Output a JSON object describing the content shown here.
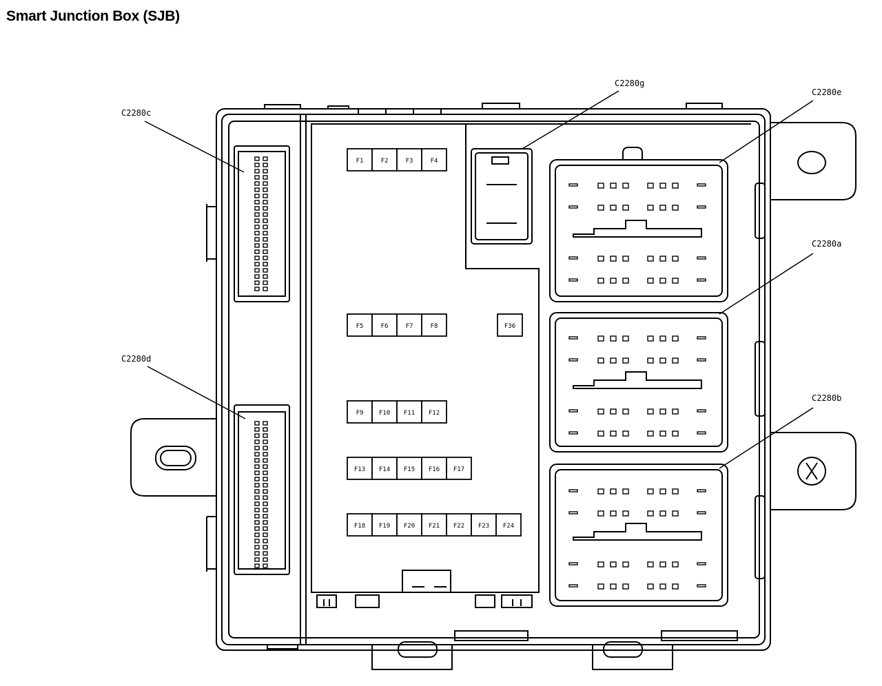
{
  "title": "Smart Junction Box (SJB)",
  "connectors": {
    "c2280c": "C2280c",
    "c2280d": "C2280d",
    "c2280g": "C2280g",
    "c2280e": "C2280e",
    "c2280a": "C2280a",
    "c2280b": "C2280b"
  },
  "fuses": {
    "row1": [
      "F1",
      "F2",
      "F3",
      "F4"
    ],
    "row2": [
      "F5",
      "F6",
      "F7",
      "F8"
    ],
    "f36": "F36",
    "row3": [
      "F9",
      "F10",
      "F11",
      "F12"
    ],
    "row4": [
      "F13",
      "F14",
      "F15",
      "F16",
      "F17"
    ],
    "row5": [
      "F18",
      "F19",
      "F20",
      "F21",
      "F22",
      "F23",
      "F24"
    ]
  }
}
